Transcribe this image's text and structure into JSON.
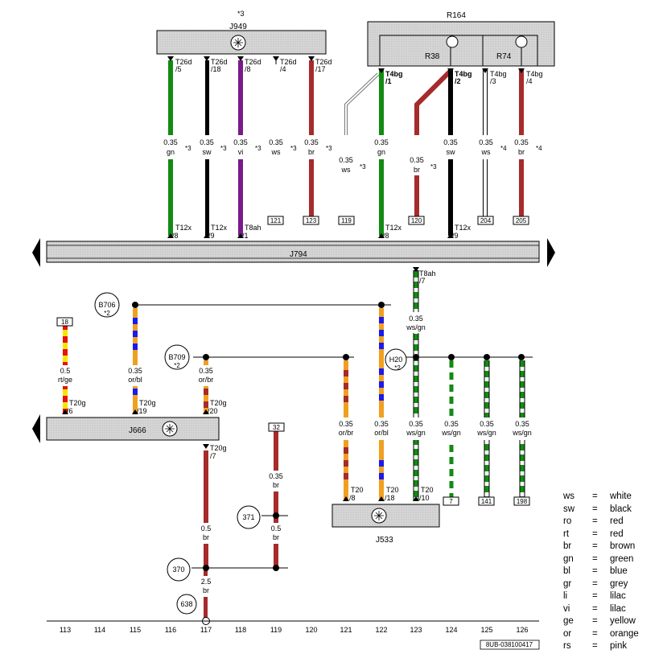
{
  "header_note": "*3",
  "components": {
    "J949": {
      "label": "J949"
    },
    "R164": {
      "label": "R164"
    },
    "R38": {
      "label": "R38"
    },
    "R74": {
      "label": "R74"
    },
    "J794": {
      "label": "J794"
    },
    "J666": {
      "label": "J666"
    },
    "J533": {
      "label": "J533"
    }
  },
  "top_pins": [
    {
      "pin": "T26d",
      "num": "/5"
    },
    {
      "pin": "T26d",
      "num": "/18"
    },
    {
      "pin": "T26d",
      "num": "/8"
    },
    {
      "pin": "T26d",
      "num": "/4"
    },
    {
      "pin": "T26d",
      "num": "/17"
    },
    {
      "pin": "T4bg",
      "num": "/1"
    },
    {
      "pin": "T4bg",
      "num": "/2"
    },
    {
      "pin": "T4bg",
      "num": "/3"
    },
    {
      "pin": "T4bg",
      "num": "/4"
    }
  ],
  "wires_top": [
    {
      "size": "0.35",
      "color": "gn",
      "note": "*3"
    },
    {
      "size": "0.35",
      "color": "sw",
      "note": "*3"
    },
    {
      "size": "0.35",
      "color": "vi",
      "note": "*3"
    },
    {
      "size": "0.35",
      "color": "ws",
      "note": "*3"
    },
    {
      "size": "0.35",
      "color": "br",
      "note": "*3"
    },
    {
      "size": "0.35",
      "color": "ws",
      "note": "*3"
    },
    {
      "size": "0.35",
      "color": "gn",
      "note": ""
    },
    {
      "size": "0.35",
      "color": "br",
      "note": "*3"
    },
    {
      "size": "0.35",
      "color": "sw",
      "note": ""
    },
    {
      "size": "0.35",
      "color": "ws",
      "note": "*4"
    },
    {
      "size": "0.35",
      "color": "br",
      "note": "*4"
    }
  ],
  "refs_top": [
    "121",
    "123",
    "119",
    "120",
    "204",
    "205"
  ],
  "j794_pins": [
    {
      "pin": "T12x",
      "num": "/8"
    },
    {
      "pin": "T12x",
      "num": "/9"
    },
    {
      "pin": "T8ah",
      "num": "/1"
    },
    {
      "pin": "T12x",
      "num": "/8"
    },
    {
      "pin": "T12x",
      "num": "/9"
    }
  ],
  "j794_bottom_pin": {
    "pin": "T8ah",
    "num": "/7"
  },
  "wire_wsgn_main": {
    "size": "0.35",
    "color": "ws/gn"
  },
  "splices": {
    "b706": {
      "label": "B706",
      "note": "*2"
    },
    "b709": {
      "label": "B709",
      "note": "*2"
    },
    "h20": {
      "label": "H20",
      "note": "*2"
    }
  },
  "ref_18": "18",
  "wires_mid": [
    {
      "size": "0.5",
      "color": "rt/ge"
    },
    {
      "size": "0.35",
      "color": "or/bl"
    },
    {
      "size": "0.35",
      "color": "or/br"
    }
  ],
  "j666_pins": [
    {
      "pin": "T20g",
      "num": "/6"
    },
    {
      "pin": "T20g",
      "num": "/19"
    },
    {
      "pin": "T20g",
      "num": "/20"
    },
    {
      "pin": "T20g",
      "num": "/7"
    }
  ],
  "ref_32": "32",
  "wires_low": [
    {
      "size": "0.35",
      "color": "or/br"
    },
    {
      "size": "0.35",
      "color": "or/bl"
    },
    {
      "size": "0.35",
      "color": "ws/gn"
    },
    {
      "size": "0.35",
      "color": "ws/gn"
    },
    {
      "size": "0.35",
      "color": "ws/gn"
    },
    {
      "size": "0.35",
      "color": "ws/gn"
    }
  ],
  "refs_low": [
    "7",
    "141",
    "198"
  ],
  "j533_pins": [
    {
      "pin": "T20",
      "num": "/8"
    },
    {
      "pin": "T20",
      "num": "/18"
    },
    {
      "pin": "T20",
      "num": "/10"
    }
  ],
  "wire_32": {
    "size": "0.35",
    "color": "br"
  },
  "wire_371": {
    "size": "0.5",
    "color": "br"
  },
  "wire_j666_down": {
    "size": "0.5",
    "color": "br"
  },
  "wire_ground": {
    "size": "2.5",
    "color": "br"
  },
  "grounds": [
    "371",
    "370",
    "638"
  ],
  "grid": [
    "113",
    "114",
    "115",
    "116",
    "117",
    "118",
    "119",
    "120",
    "121",
    "122",
    "123",
    "124",
    "125",
    "126"
  ],
  "diagram_id": "8UB-038100417",
  "legend": [
    {
      "abbr": "ws",
      "eq": "=",
      "name": "white"
    },
    {
      "abbr": "sw",
      "eq": "=",
      "name": "black"
    },
    {
      "abbr": "ro",
      "eq": "=",
      "name": "red"
    },
    {
      "abbr": "rt",
      "eq": "=",
      "name": "red"
    },
    {
      "abbr": "br",
      "eq": "=",
      "name": "brown"
    },
    {
      "abbr": "gn",
      "eq": "=",
      "name": "green"
    },
    {
      "abbr": "bl",
      "eq": "=",
      "name": "blue"
    },
    {
      "abbr": "gr",
      "eq": "=",
      "name": "grey"
    },
    {
      "abbr": "li",
      "eq": "=",
      "name": "lilac"
    },
    {
      "abbr": "vi",
      "eq": "=",
      "name": "lilac"
    },
    {
      "abbr": "ge",
      "eq": "=",
      "name": "yellow"
    },
    {
      "abbr": "or",
      "eq": "=",
      "name": "orange"
    },
    {
      "abbr": "rs",
      "eq": "=",
      "name": "pink"
    }
  ],
  "colors": {
    "green": "#138a13",
    "black": "#000000",
    "violet": "#7a1a8a",
    "brown": "#a62b2b",
    "orange": "#f0a020",
    "blue": "#1a1aee",
    "red": "#e81010",
    "yellow": "#f5e600",
    "box": "#d9d9d9"
  }
}
